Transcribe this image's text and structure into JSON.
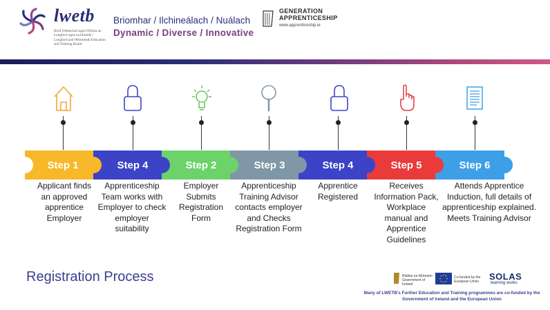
{
  "header": {
    "logo": "lwetb",
    "logo_subtitle": "Bord Oideachais agus Oiliúna an Longfoirt agus na hIarmhí / Longford and Westmeath Education and Training Board",
    "tagline_irish": "Briomhar / Ilchineálach / Nuálach",
    "tagline_english": "Dynamic / Diverse / Innovative",
    "ga_title_line1": "GENERATION",
    "ga_title_line2": "APPRENTICESHIP",
    "ga_url": "www.apprenticeship.ie",
    "rule_colors": [
      "#1a1d5a",
      "#7a3d7f",
      "#cc5a8a"
    ]
  },
  "steps": [
    {
      "label": "Step 1",
      "color": "#f7b829",
      "icon": "house-icon",
      "description": "Applicant finds an approved apprentice Employer"
    },
    {
      "label": "Step 4",
      "color": "#3c43c6",
      "icon": "lock-icon",
      "description": "Apprenticeship Team works with Employer to check employer suitability"
    },
    {
      "label": "Step 2",
      "color": "#6cd36a",
      "icon": "lightbulb-icon",
      "description": "Employer Submits Registration Form"
    },
    {
      "label": "Step 3",
      "color": "#7f97a7",
      "icon": "magnifier-icon",
      "description": "Apprenticeship Training Advisor contacts employer and Checks Registration Form"
    },
    {
      "label": "Step 4",
      "color": "#3c43c6",
      "icon": "lock-icon",
      "description": "Apprentice Registered"
    },
    {
      "label": "Step 5",
      "color": "#ea3b3b",
      "icon": "pointer-hand-icon",
      "description": "Receives Information Pack, Workplace manual and Apprentice Guidelines"
    },
    {
      "label": "Step 6",
      "color": "#3d9fe8",
      "icon": "document-icon",
      "description": "Attends Apprentice Induction, full details of apprenticeship explained. Meets Training Advisor"
    }
  ],
  "registration_title": "Registration Process",
  "footer": {
    "gov_line1": "Rialtas na hÉireann",
    "gov_line2": "Government of Ireland",
    "eu_text": "Co-funded by the European Union",
    "solas": "SOLAS",
    "solas_sub": "learning works",
    "note": "Many of LWETB's Further Education and Training programmes are co-funded by the Government of Ireland and the European Union"
  }
}
